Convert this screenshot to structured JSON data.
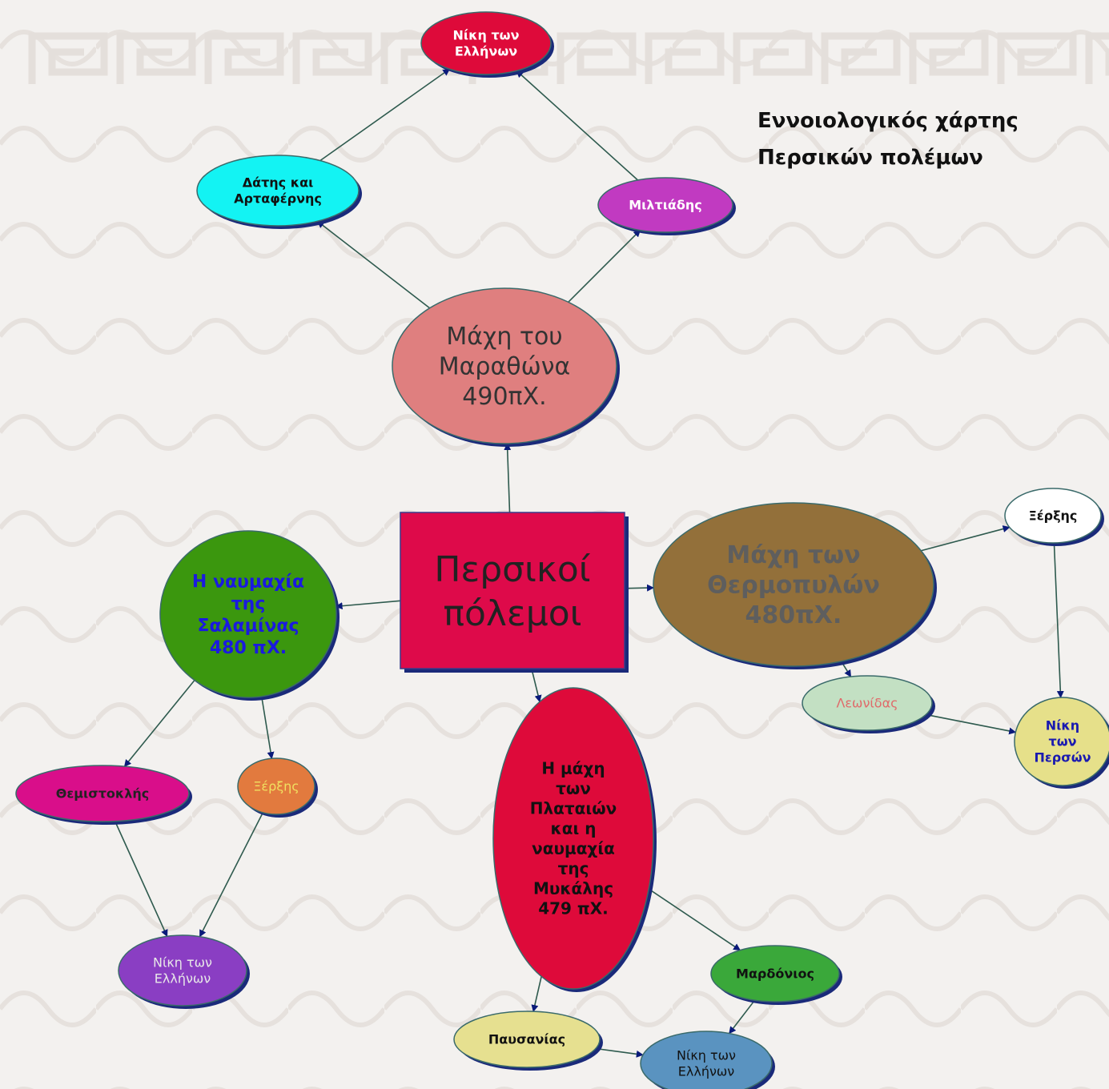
{
  "title": {
    "line1": "Εννοιολογικός χάρτης",
    "line2": "Περσικών πολέμων"
  },
  "nodes": [
    {
      "id": "center",
      "shape": "rect",
      "lines": [
        "Περσικοί",
        "πόλεμοι"
      ],
      "fill": "#de0a4a",
      "text_color": "#222222",
      "bold": false
    },
    {
      "id": "marathon",
      "shape": "ellipse",
      "lines": [
        "Μάχη του",
        "Μαραθώνα",
        "490πΧ."
      ],
      "fill": "#df7f7f",
      "text_color": "#333333",
      "bold": false
    },
    {
      "id": "datis",
      "shape": "ellipse",
      "lines": [
        "Δάτης και",
        "Αρταφέρνης"
      ],
      "fill": "#13f3f3",
      "text_color": "#111111",
      "bold": true
    },
    {
      "id": "miltiadis",
      "shape": "ellipse",
      "lines": [
        "Μιλτιάδης"
      ],
      "fill": "#c13ac1",
      "text_color": "#ffffff",
      "bold": true
    },
    {
      "id": "marathon-victory",
      "shape": "ellipse",
      "lines": [
        "Νίκη των",
        "Ελλήνων"
      ],
      "fill": "#de0a3a",
      "text_color": "#ffffff",
      "bold": true
    },
    {
      "id": "thermopylae",
      "shape": "ellipse",
      "lines": [
        "Μάχη των",
        "Θερμοπυλών",
        "480πΧ."
      ],
      "fill": "#93703a",
      "text_color": "#5e5e5e",
      "bold": true
    },
    {
      "id": "xerxes-right",
      "shape": "ellipse",
      "lines": [
        "Ξέρξης"
      ],
      "fill": "#ffffff",
      "text_color": "#111111",
      "bold": true
    },
    {
      "id": "leonidas",
      "shape": "ellipse",
      "lines": [
        "Λεωνίδας"
      ],
      "fill": "#c3e0c3",
      "text_color": "#e06a6a",
      "bold": false
    },
    {
      "id": "persian-victory",
      "shape": "ellipse",
      "lines": [
        "Νίκη",
        "των",
        "Περσών"
      ],
      "fill": "#e6e08a",
      "text_color": "#1a1ab0",
      "bold": true
    },
    {
      "id": "salamis",
      "shape": "ellipse",
      "lines": [
        "Η ναυμαχία",
        "της",
        "Σαλαμίνας",
        "480 πΧ."
      ],
      "fill": "#3b970e",
      "text_color": "#1a1ae0",
      "bold": true
    },
    {
      "id": "themistocles",
      "shape": "ellipse",
      "lines": [
        "Θεμιστοκλής"
      ],
      "fill": "#d90e8a",
      "text_color": "#222222",
      "bold": true
    },
    {
      "id": "xerxes-left",
      "shape": "ellipse",
      "lines": [
        "Ξέρξης"
      ],
      "fill": "#e27a3e",
      "text_color": "#f0e060",
      "bold": false
    },
    {
      "id": "salamis-victory",
      "shape": "ellipse",
      "lines": [
        "Νίκη των",
        "Ελλήνων"
      ],
      "fill": "#8a3ec3",
      "text_color": "#e8e8e8",
      "bold": false
    },
    {
      "id": "plataea",
      "shape": "ellipse",
      "lines": [
        "Η μάχη",
        "των",
        "Πλαταιών",
        "και η",
        "ναυμαχία",
        "της",
        "Μυκάλης",
        "479 πΧ."
      ],
      "fill": "#de0a3a",
      "text_color": "#111111",
      "bold": true
    },
    {
      "id": "mardonios",
      "shape": "ellipse",
      "lines": [
        "Μαρδόνιος"
      ],
      "fill": "#3aa83a",
      "text_color": "#111111",
      "bold": true
    },
    {
      "id": "pausanias",
      "shape": "ellipse",
      "lines": [
        "Παυσανίας"
      ],
      "fill": "#e6e090",
      "text_color": "#111111",
      "bold": true
    },
    {
      "id": "plataea-victory",
      "shape": "ellipse",
      "lines": [
        "Νίκη των",
        "Ελλήνων"
      ],
      "fill": "#5a93c0",
      "text_color": "#111111",
      "bold": false
    }
  ],
  "edges": [
    {
      "from": "center",
      "to": "marathon"
    },
    {
      "from": "marathon",
      "to": "datis"
    },
    {
      "from": "marathon",
      "to": "miltiadis"
    },
    {
      "from": "datis",
      "to": "marathon-victory"
    },
    {
      "from": "miltiadis",
      "to": "marathon-victory"
    },
    {
      "from": "center",
      "to": "thermopylae"
    },
    {
      "from": "thermopylae",
      "to": "xerxes-right"
    },
    {
      "from": "thermopylae",
      "to": "leonidas"
    },
    {
      "from": "xerxes-right",
      "to": "persian-victory"
    },
    {
      "from": "leonidas",
      "to": "persian-victory"
    },
    {
      "from": "center",
      "to": "salamis"
    },
    {
      "from": "salamis",
      "to": "themistocles"
    },
    {
      "from": "salamis",
      "to": "xerxes-left"
    },
    {
      "from": "themistocles",
      "to": "salamis-victory"
    },
    {
      "from": "xerxes-left",
      "to": "salamis-victory"
    },
    {
      "from": "center",
      "to": "plataea"
    },
    {
      "from": "plataea",
      "to": "mardonios"
    },
    {
      "from": "plataea",
      "to": "pausanias"
    },
    {
      "from": "mardonios",
      "to": "plataea-victory"
    },
    {
      "from": "pausanias",
      "to": "plataea-victory"
    }
  ],
  "colors": {
    "edge": "#2e5a4e",
    "arrow": "#0a1a7a",
    "node_border": "#3a6a6a",
    "title_text": "#111111",
    "left_panel_border": "#b21a1a"
  }
}
